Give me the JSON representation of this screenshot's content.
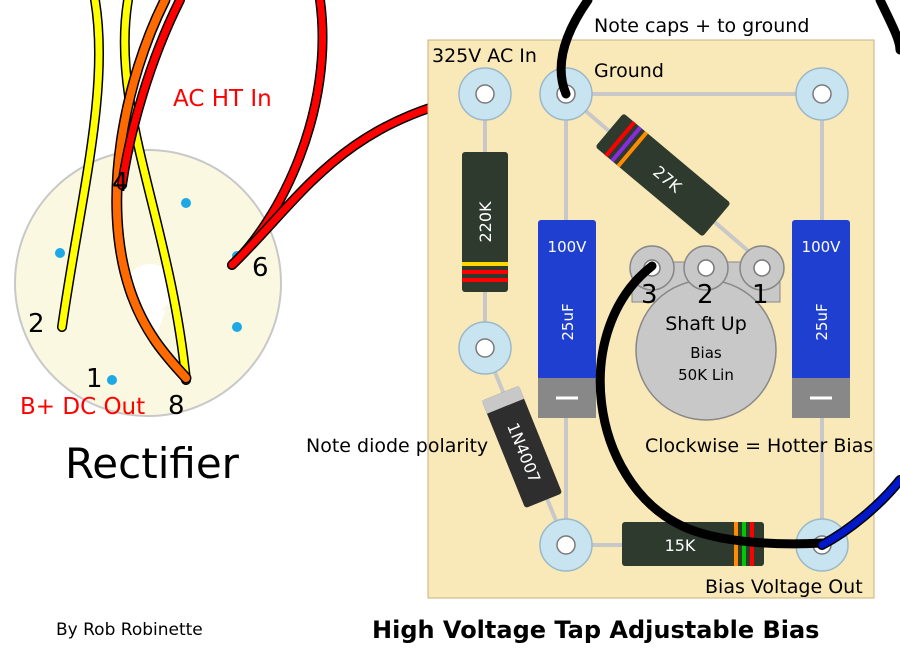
{
  "rectifier": {
    "title": "Rectifier",
    "pins": {
      "p1": "1",
      "p2": "2",
      "p4": "4",
      "p6": "6",
      "p8": "8"
    },
    "ac_ht_in": "AC HT In",
    "b_plus_dc_out": "B+ DC Out"
  },
  "board": {
    "ac_in_label": "325V AC In",
    "ground_label": "Ground",
    "note_caps": "Note caps + to ground",
    "note_diode": "Note diode polarity",
    "clockwise_note": "Clockwise = Hotter Bias",
    "bias_out_label": "Bias Voltage Out",
    "resistor_220k": "220K",
    "resistor_27k": "27K",
    "resistor_15k": "15K",
    "diode": "1N4007",
    "cap_left": {
      "voltage": "100V",
      "capacitance": "25uF",
      "polarity": "—"
    },
    "cap_right": {
      "voltage": "100V",
      "capacitance": "25uF",
      "polarity": "—"
    },
    "pot": {
      "pin3": "3",
      "pin2": "2",
      "pin1": "1",
      "line1": "Shaft Up",
      "line2": "Bias",
      "line3": "50K Lin"
    }
  },
  "footer": {
    "author": "By Rob Robinette",
    "title": "High Voltage Tap Adjustable Bias"
  },
  "colors": {
    "board": "#f9e8b8",
    "pad": "#c8e4f0",
    "trace": "#c8c8c8",
    "cap_blue": "#1f3fd0",
    "socket": "#fbf8e1",
    "pin_dot": "#1ea8e6",
    "wire_red": "#ff0000",
    "wire_yellow": "#ffff00",
    "wire_orange": "#ff6a00",
    "wire_black": "#000000",
    "wire_blue": "#0018c8"
  }
}
